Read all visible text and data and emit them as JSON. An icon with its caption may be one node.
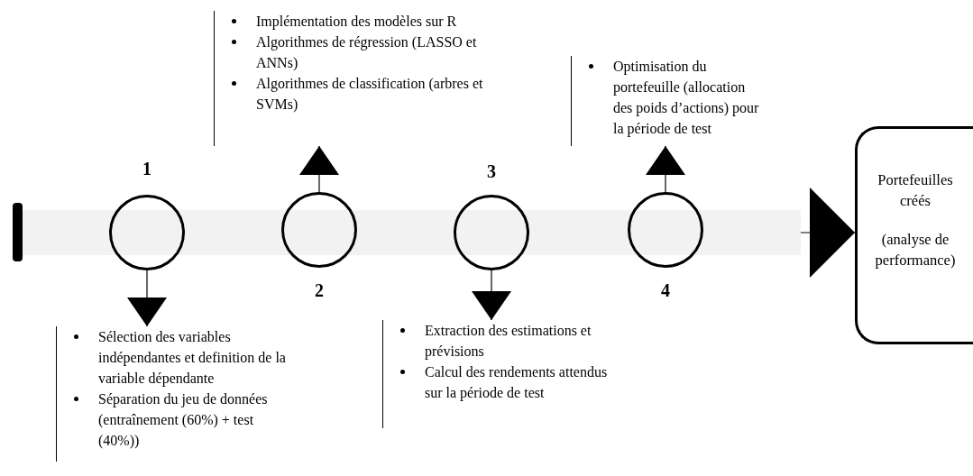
{
  "diagram": {
    "nodes": [
      {
        "text": [],
        "shape": "bar"
      },
      {
        "text": [],
        "shape": "circle",
        "beside": [
          "1"
        ]
      },
      {
        "text": [
          "Sélection des variables indépendantes et definition de la variable dépendante",
          "Séparation du jeu de données (entraînement (60%) + test (40%))"
        ]
      },
      {
        "text": [],
        "shape": "circle",
        "beside": [
          "2"
        ]
      },
      {
        "text": [
          "Implémentation des modèles sur R",
          "Algorithmes de régression (LASSO et ANNs)",
          "Algorithmes de classification (arbres et SVMs)"
        ]
      },
      {
        "text": [],
        "shape": "circle",
        "beside": [
          "3"
        ]
      },
      {
        "text": [
          "Extraction des estimations et prévisions",
          "Calcul des rendements attendus sur la période de test"
        ]
      },
      {
        "text": [],
        "shape": "circle",
        "beside": [
          "4"
        ]
      },
      {
        "text": [
          "Optimisation du portefeuille (allocation des poids d’actions) pour la période de test"
        ]
      },
      {
        "text": [
          "Portefeuilles créés",
          "(analyse de performance)"
        ]
      }
    ],
    "edges": [
      {
        "from": 1,
        "to": 2,
        "arrow": "to"
      },
      {
        "from": 3,
        "to": 4,
        "arrow": "to"
      },
      {
        "from": 5,
        "to": 6,
        "arrow": "to"
      },
      {
        "from": 7,
        "to": 8,
        "arrow": "to"
      },
      {
        "from": 0,
        "to": 9,
        "arrow": "to"
      }
    ]
  }
}
